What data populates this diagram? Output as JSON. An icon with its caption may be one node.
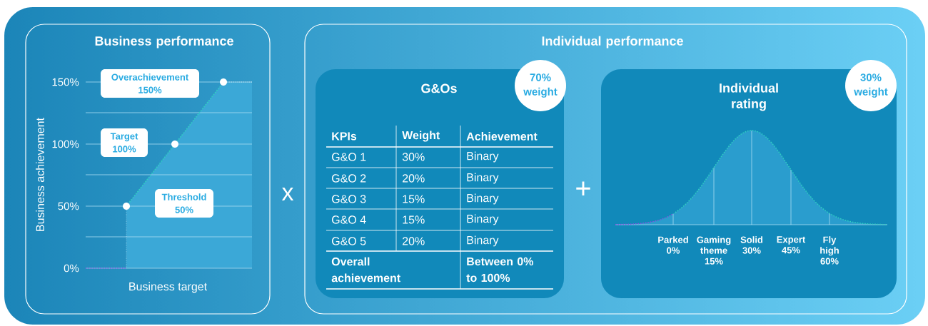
{
  "diagram": {
    "nodes": [
      {
        "text": [
          "Business performance"
        ]
      },
      {
        "text": [
          "Overachievement 150%"
        ],
        "in": 0
      },
      {
        "text": [
          "Target 100%"
        ],
        "in": 0
      },
      {
        "text": [
          "Threshold 50%"
        ],
        "in": 0
      },
      {
        "text": [
          "Individual performance"
        ]
      },
      {
        "text": [
          "G&Os"
        ],
        "in": 4
      },
      {
        "text": [
          "70% weight"
        ],
        "in": 4
      },
      {
        "text": [
          "Individual rating"
        ],
        "in": 4
      },
      {
        "text": [
          "30% weight"
        ],
        "in": 4
      }
    ],
    "labels": [
      "150%",
      "100%",
      "50%",
      "0%",
      "Business achievement",
      "Business target",
      "x",
      "+",
      "KPIs",
      "Weight",
      "Achievement",
      "G&O 1",
      "30%",
      "Binary",
      "G&O 2",
      "20%",
      "Binary",
      "G&O 3",
      "15%",
      "Binary",
      "G&O 4",
      "15%",
      "Binary",
      "G&O 5",
      "20%",
      "Binary",
      "Overall achievement",
      "Between 0% to 100%",
      "Parked 0%",
      "Gaming theme 15%",
      "Solid 30%",
      "Expert 45%",
      "Fly high 60%"
    ]
  }
}
